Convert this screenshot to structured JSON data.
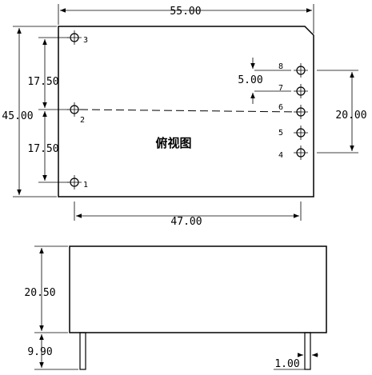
{
  "top_view": {
    "title": "俯视图",
    "dims": {
      "width": "55.00",
      "height": "45.00",
      "pin_pitch_left_upper": "17.50",
      "pin_pitch_left_lower": "17.50",
      "pin_span": "47.00",
      "right_group_span": "20.00",
      "right_pin_pitch": "5.00"
    },
    "pins": [
      "1",
      "2",
      "3",
      "4",
      "5",
      "6",
      "7",
      "8"
    ]
  },
  "side_view": {
    "dims": {
      "body_height": "20.50",
      "pin_length": "9.90",
      "pin_width": "1.00"
    }
  }
}
